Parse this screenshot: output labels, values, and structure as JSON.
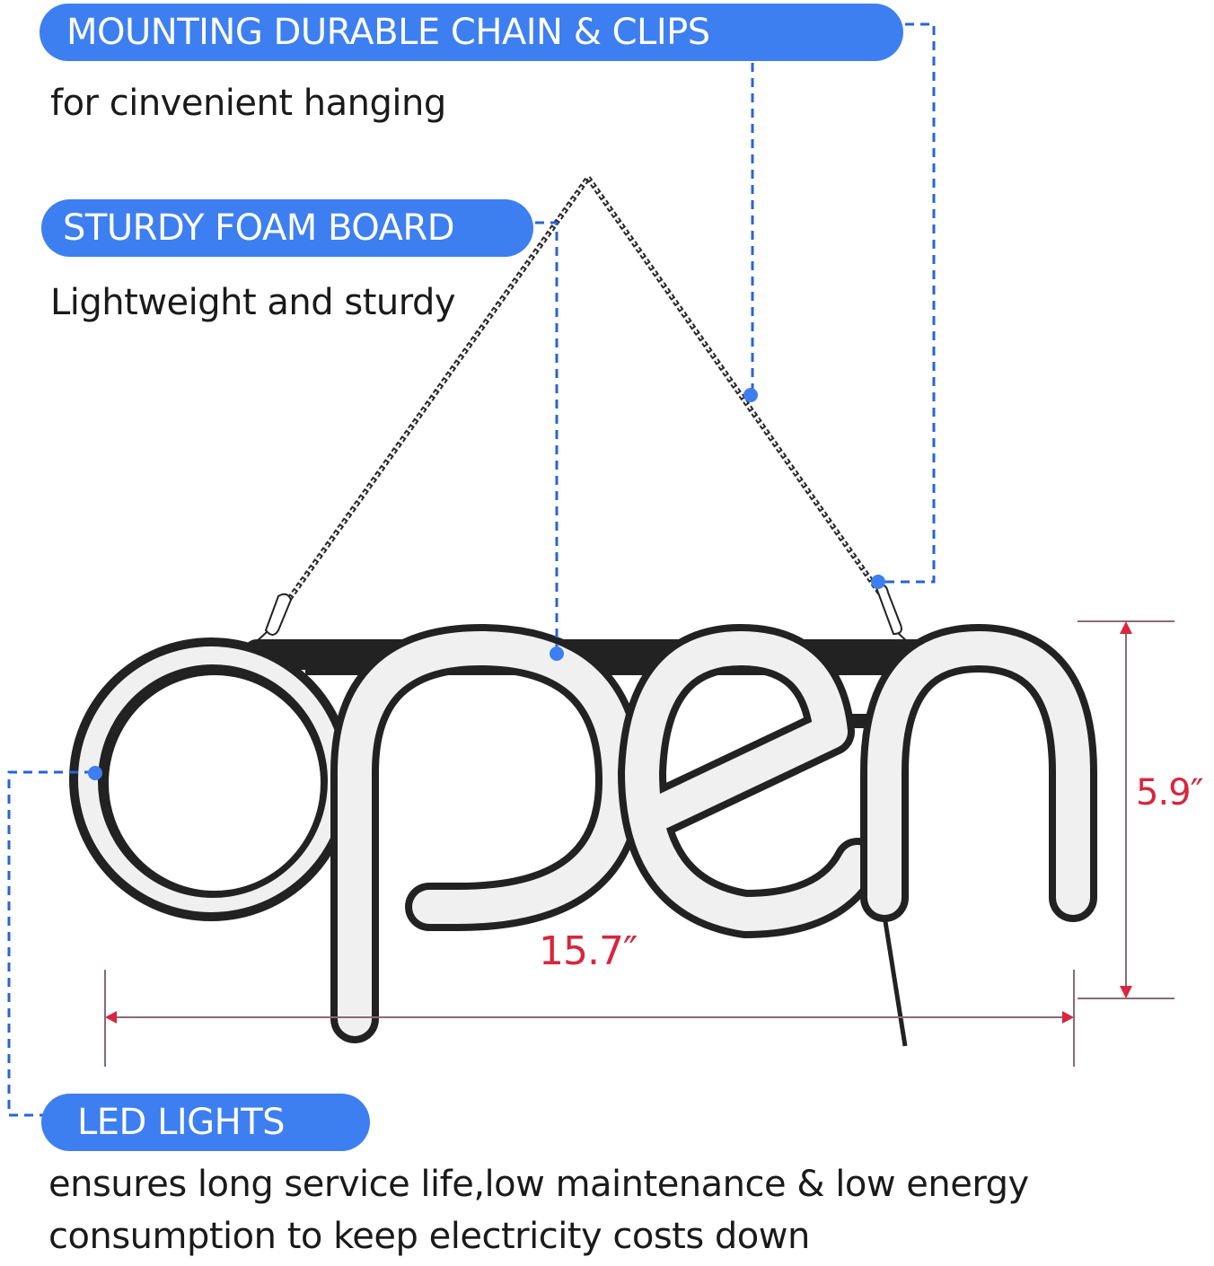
{
  "features": [
    {
      "title": "MOUNTING DURABLE CHAIN & CLIPS",
      "description": "for cinvenient hanging"
    },
    {
      "title": "STURDY FOAM BOARD",
      "description": "Lightweight and sturdy"
    },
    {
      "title": "LED LIGHTS",
      "description_line1": "ensures long service life,low maintenance & low energy",
      "description_line2": "consumption to keep electricity costs down"
    }
  ],
  "product": {
    "sign_text": "open",
    "dimensions": {
      "width": "15.7″",
      "height": "5.9″"
    }
  },
  "colors": {
    "badge": "#3d7ff0",
    "connector": "#2a63d6",
    "dimension": "#d7263d",
    "dimension_line": "#8a6a74",
    "sign_frame": "#222222",
    "sign_led": "#f0f0f0"
  }
}
